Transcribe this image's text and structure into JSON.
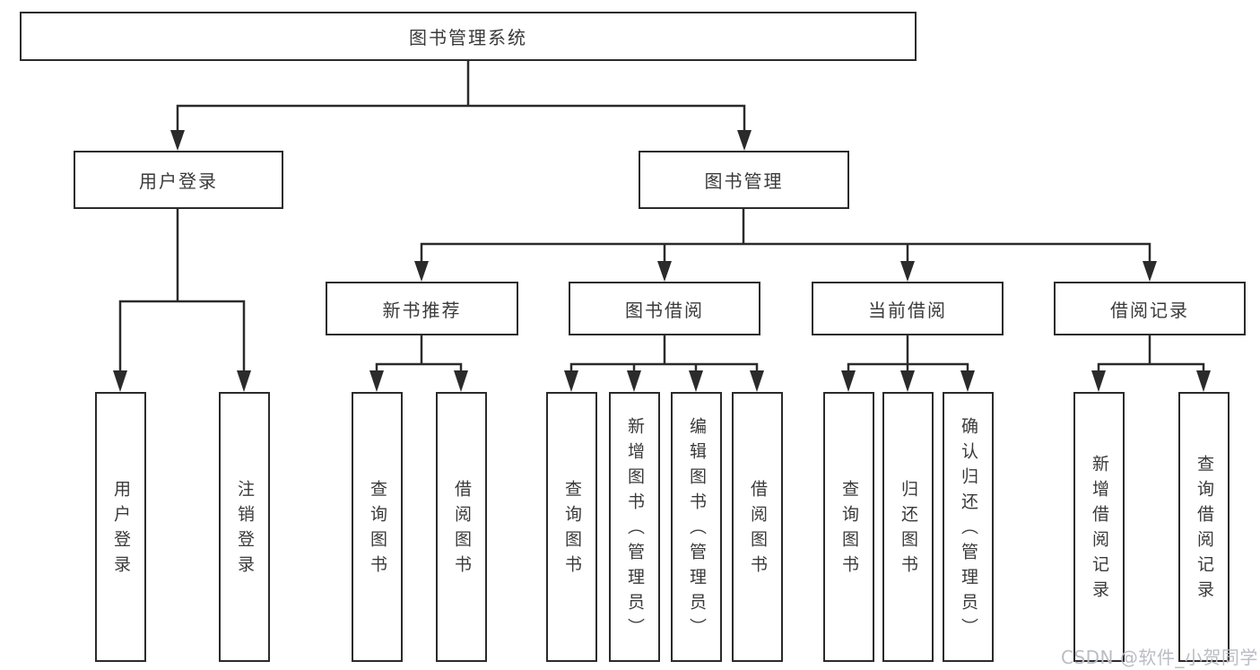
{
  "diagram": {
    "type": "tree",
    "root": {
      "label": "图书管理系统"
    },
    "branches": [
      {
        "label": "用户登录",
        "children": [
          {
            "label": "用户登录"
          },
          {
            "label": "注销登录"
          }
        ]
      },
      {
        "label": "图书管理",
        "children": [
          {
            "label": "新书推荐",
            "children": [
              {
                "label": "查询图书"
              },
              {
                "label": "借阅图书"
              }
            ]
          },
          {
            "label": "图书借阅",
            "children": [
              {
                "label": "查询图书"
              },
              {
                "label": "新增图书（管理员）"
              },
              {
                "label": "编辑图书（管理员）"
              },
              {
                "label": "借阅图书"
              }
            ]
          },
          {
            "label": "当前借阅",
            "children": [
              {
                "label": "查询图书"
              },
              {
                "label": "归还图书"
              },
              {
                "label": "确认归还（管理员）"
              }
            ]
          },
          {
            "label": "借阅记录",
            "children": [
              {
                "label": "新增借阅记录"
              },
              {
                "label": "查询借阅记录"
              }
            ]
          }
        ]
      }
    ]
  },
  "watermark": {
    "text": "CSDN @软件_小贺同学"
  },
  "colors": {
    "line": "#2b2b2b",
    "box_border": "#2b2b2b",
    "text": "#3a3a3a",
    "watermark": "#b9bdc4",
    "background": "#ffffff"
  }
}
